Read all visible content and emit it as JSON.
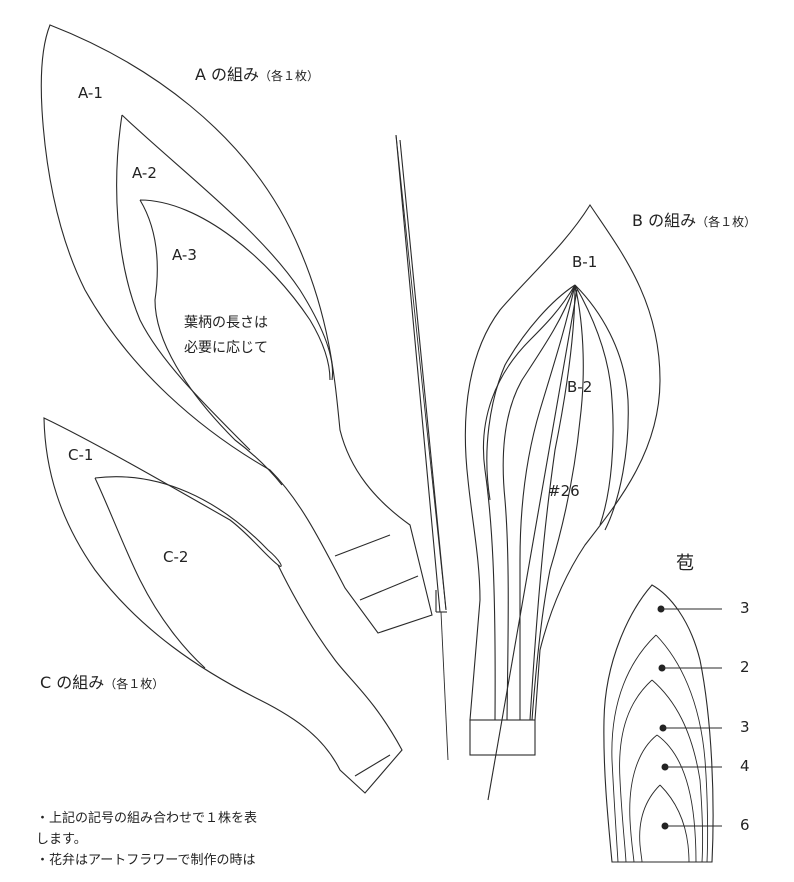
{
  "group_a": {
    "title": "A の組み",
    "count_note": "（各１枚）",
    "parts": [
      "A-1",
      "A-2",
      "A-3"
    ],
    "stem_note_line1": "葉柄の長さは",
    "stem_note_line2": "必要に応じて"
  },
  "group_b": {
    "title": "B の組み",
    "count_note": "（各１枚）",
    "parts": [
      "B-1",
      "B-2"
    ],
    "wire_label": "#26"
  },
  "group_c": {
    "title": "C の組み",
    "count_note": "（各１枚）",
    "parts": [
      "C-1",
      "C-2"
    ]
  },
  "bract": {
    "title": "苞",
    "counts": [
      "3",
      "2",
      "3",
      "4",
      "6"
    ]
  },
  "notes": [
    "・上記の記号の組み合わせで１株を表",
    "します。",
    "・花弁はアートフラワーで制作の時は"
  ]
}
